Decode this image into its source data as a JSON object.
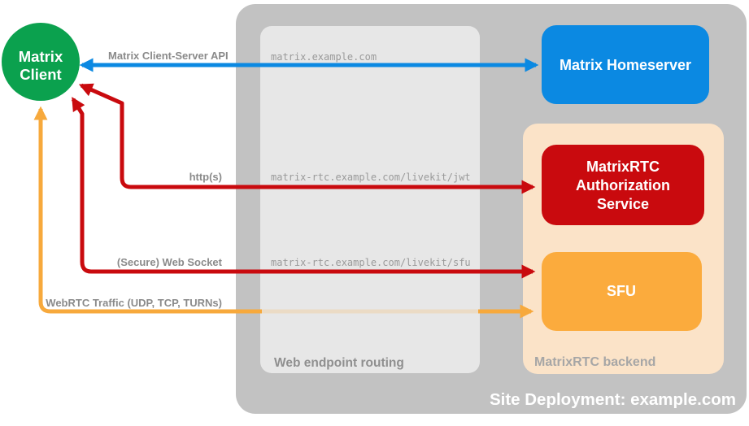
{
  "diagram": {
    "title": "Site Deployment: example.com",
    "client": {
      "label_line1": "Matrix",
      "label_line2": "Client"
    },
    "homeserver": {
      "label": "Matrix Homeserver"
    },
    "auth_service": {
      "label_line1": "MatrixRTC",
      "label_line2": "Authorization",
      "label_line3": "Service"
    },
    "sfu": {
      "label": "SFU"
    },
    "web_endpoint_routing": {
      "label": "Web endpoint routing",
      "routes": [
        "matrix.example.com",
        "matrix-rtc.example.com/livekit/jwt",
        "matrix-rtc.example.com/livekit/sfu"
      ]
    },
    "matrixrtc_backend": {
      "label": "MatrixRTC backend"
    },
    "connections": [
      {
        "label": "Matrix Client-Server API",
        "type": "bidirectional",
        "color": "#0b89e2"
      },
      {
        "label": "http(s)",
        "type": "bidirectional",
        "color": "#c90a0e"
      },
      {
        "label": "(Secure) Web Socket",
        "type": "bidirectional",
        "color": "#c90a0e"
      },
      {
        "label": "WebRTC Traffic (UDP, TCP, TURNs)",
        "type": "bidirectional",
        "color": "#f7a93c"
      }
    ],
    "colors": {
      "client_green": "#0ba14e",
      "homeserver_blue": "#0b89e2",
      "auth_red": "#c90a0e",
      "sfu_orange": "#fbab3d",
      "arrow_orange": "#f7a93c",
      "container_gray": "#c2c2c2",
      "routing_panel_gray": "#e7e7e7",
      "backend_peach": "#fbe3c8",
      "arrow_label_gray": "#8a8a8a",
      "zone_label_gray": "#8f8f8f",
      "backend_label_gray": "#a6a6a6",
      "url_text_gray": "#9a9a9a",
      "white": "#ffffff"
    }
  }
}
